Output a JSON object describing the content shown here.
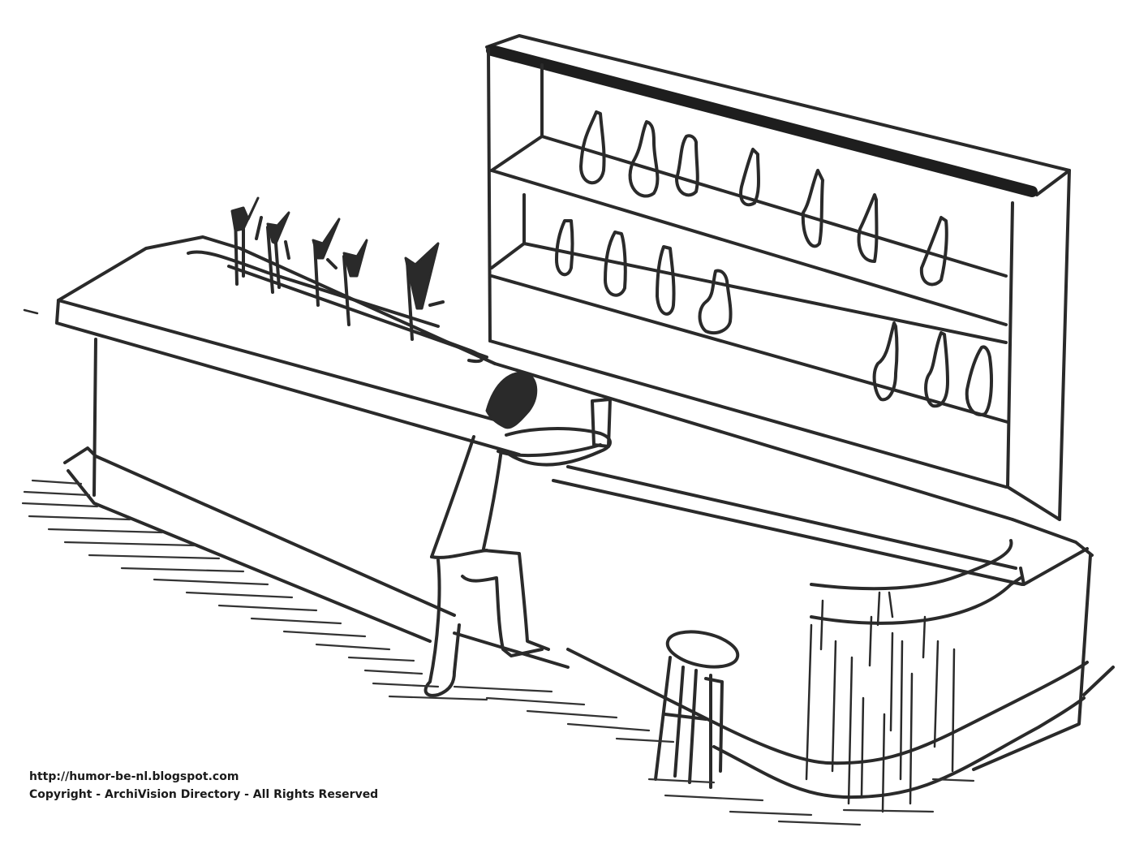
{
  "image": {
    "kind": "hand-drawn ink sketch",
    "subject": "person climbing over a bar counter holding a glass",
    "background_color": "#ffffff",
    "ink_color": "#2a2a2a"
  },
  "scene": {
    "elements": [
      {
        "name": "back-shelf-unit",
        "description": "tall shelving unit with three shelves of bottles"
      },
      {
        "name": "bar-counter",
        "description": "long bar counter with rounded right end"
      },
      {
        "name": "beer-taps",
        "count": 5
      },
      {
        "name": "person",
        "description": "person climbing onto bar, holding a glass on a tray"
      },
      {
        "name": "bar-stool",
        "count": 1
      },
      {
        "name": "floor-hatching",
        "description": "hatched shadow on the floor"
      }
    ],
    "bottles": {
      "top_shelf": 7,
      "middle_shelf": 4,
      "lower_shelf": 3
    }
  },
  "caption": {
    "url": "http://humor-be-nl.blogspot.com",
    "copyright": "Copyright - ArchiVision Directory - All Rights Reserved"
  }
}
